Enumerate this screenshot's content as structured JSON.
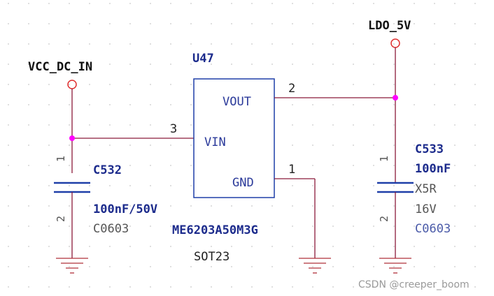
{
  "nets": {
    "vcc_in": "VCC_DC_IN",
    "ldo_out": "LDO_5V"
  },
  "regulator": {
    "designator": "U47",
    "part_number": "ME6203A50M3G",
    "package": "SOT23",
    "pins": {
      "vout_label": "VOUT",
      "vout_num": "2",
      "vin_label": "VIN",
      "vin_num": "3",
      "gnd_label": "GND",
      "gnd_num": "1"
    }
  },
  "cap_in": {
    "designator": "C532",
    "value": "100nF/50V",
    "footprint": "C0603",
    "pin1": "1",
    "pin2": "2"
  },
  "cap_out": {
    "designator": "C533",
    "value": "100nF",
    "dielectric": "X5R",
    "voltage": "16V",
    "footprint": "C0603",
    "pin1": "1",
    "pin2": "2"
  },
  "watermark": "CSDN @creeper_boom",
  "colors": {
    "wire": "#8b1a3a",
    "junction": "#ff00ff",
    "net_port": "#e03030",
    "cap_plate": "#1f3fa8",
    "designator": "#1c2b8c",
    "text_dark": "#222222",
    "text_gray": "#555555",
    "footprint_blue": "#4a5aa8",
    "ground": "#b0303a",
    "grid_dot": "#c8c8c8"
  }
}
